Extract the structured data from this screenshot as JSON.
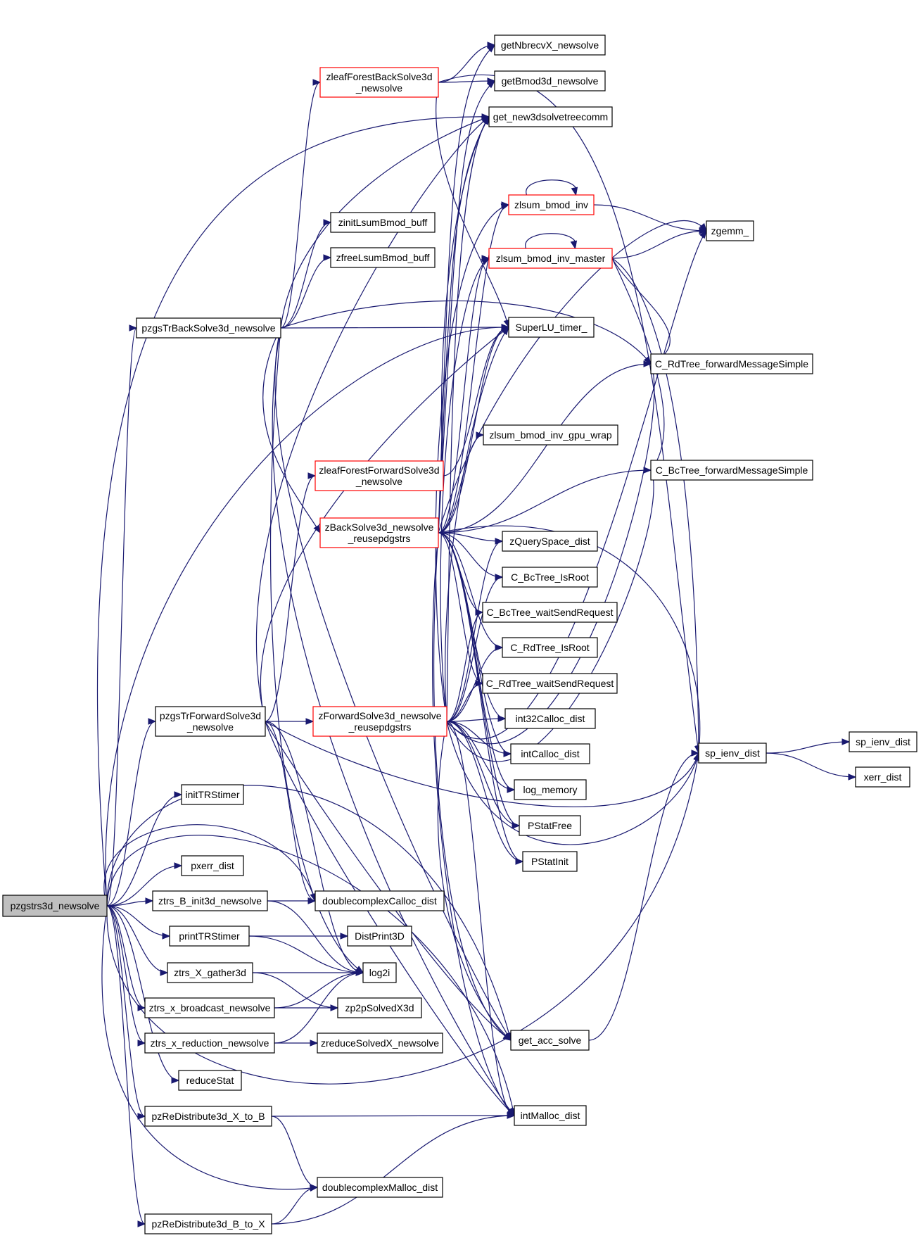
{
  "colors": {
    "edge": "#191970",
    "node_border": "#000000",
    "node_border_incomplete": "#ff0000",
    "root_fill": "#bfbfbf"
  },
  "nodes": [
    {
      "id": "root",
      "lines": [
        "pzgstrs3d_newsolve"
      ],
      "kind": "root"
    },
    {
      "id": "leafBack",
      "lines": [
        "zleafForestBackSolve3d",
        "_newsolve"
      ],
      "kind": "incomplete"
    },
    {
      "id": "getNbrecv",
      "lines": [
        "getNbrecvX_newsolve"
      ]
    },
    {
      "id": "getBmod",
      "lines": [
        "getBmod3d_newsolve"
      ]
    },
    {
      "id": "getTreecomm",
      "lines": [
        "get_new3dsolvetreecomm"
      ]
    },
    {
      "id": "lsumInv",
      "lines": [
        "zlsum_bmod_inv"
      ],
      "kind": "incomplete"
    },
    {
      "id": "zgemm",
      "lines": [
        "zgemm_"
      ]
    },
    {
      "id": "initLsum",
      "lines": [
        "zinitLsumBmod_buff"
      ]
    },
    {
      "id": "freeLsum",
      "lines": [
        "zfreeLsumBmod_buff"
      ]
    },
    {
      "id": "lsumMaster",
      "lines": [
        "zlsum_bmod_inv_master"
      ],
      "kind": "incomplete"
    },
    {
      "id": "trBack",
      "lines": [
        "pzgsTrBackSolve3d_newsolve"
      ]
    },
    {
      "id": "timer",
      "lines": [
        "SuperLU_timer_"
      ]
    },
    {
      "id": "rdFwd",
      "lines": [
        "C_RdTree_forwardMessageSimple"
      ]
    },
    {
      "id": "gpuWrap",
      "lines": [
        "zlsum_bmod_inv_gpu_wrap"
      ]
    },
    {
      "id": "leafFwd",
      "lines": [
        "zleafForestForwardSolve3d",
        "_newsolve"
      ],
      "kind": "incomplete"
    },
    {
      "id": "bcFwd",
      "lines": [
        "C_BcTree_forwardMessageSimple"
      ]
    },
    {
      "id": "backSolve",
      "lines": [
        "zBackSolve3d_newsolve",
        "_reusepdgstrs"
      ],
      "kind": "incomplete"
    },
    {
      "id": "query",
      "lines": [
        "zQuerySpace_dist"
      ]
    },
    {
      "id": "bcRoot",
      "lines": [
        "C_BcTree_IsRoot"
      ]
    },
    {
      "id": "bcWait",
      "lines": [
        "C_BcTree_waitSendRequest"
      ]
    },
    {
      "id": "rdRoot",
      "lines": [
        "C_RdTree_IsRoot"
      ]
    },
    {
      "id": "rdWait",
      "lines": [
        "C_RdTree_waitSendRequest"
      ]
    },
    {
      "id": "trFwd",
      "lines": [
        "pzgsTrForwardSolve3d",
        "_newsolve"
      ]
    },
    {
      "id": "fwdSolve",
      "lines": [
        "zForwardSolve3d_newsolve",
        "_reusepdgstrs"
      ],
      "kind": "incomplete"
    },
    {
      "id": "int32Calloc",
      "lines": [
        "int32Calloc_dist"
      ]
    },
    {
      "id": "intCalloc",
      "lines": [
        "intCalloc_dist"
      ]
    },
    {
      "id": "spIenv",
      "lines": [
        "sp_ienv_dist"
      ]
    },
    {
      "id": "spIenv2",
      "lines": [
        "sp_ienv_dist"
      ]
    },
    {
      "id": "xerr",
      "lines": [
        "xerr_dist"
      ]
    },
    {
      "id": "initTRS",
      "lines": [
        "initTRStimer"
      ]
    },
    {
      "id": "logMem",
      "lines": [
        "log_memory"
      ]
    },
    {
      "id": "pstatFree",
      "lines": [
        "PStatFree"
      ]
    },
    {
      "id": "pstatInit",
      "lines": [
        "PStatInit"
      ]
    },
    {
      "id": "pxerr",
      "lines": [
        "pxerr_dist"
      ]
    },
    {
      "id": "initB",
      "lines": [
        "ztrs_B_init3d_newsolve"
      ]
    },
    {
      "id": "dcCalloc",
      "lines": [
        "doublecomplexCalloc_dist"
      ]
    },
    {
      "id": "printTRS",
      "lines": [
        "printTRStimer"
      ]
    },
    {
      "id": "distPrint",
      "lines": [
        "DistPrint3D"
      ]
    },
    {
      "id": "gather",
      "lines": [
        "ztrs_X_gather3d"
      ]
    },
    {
      "id": "log2i",
      "lines": [
        "log2i"
      ]
    },
    {
      "id": "bcast",
      "lines": [
        "ztrs_x_broadcast_newsolve"
      ]
    },
    {
      "id": "zp2p",
      "lines": [
        "zp2pSolvedX3d"
      ]
    },
    {
      "id": "getAcc",
      "lines": [
        "get_acc_solve"
      ]
    },
    {
      "id": "reduction",
      "lines": [
        "ztrs_x_reduction_newsolve"
      ]
    },
    {
      "id": "zreduce",
      "lines": [
        "zreduceSolvedX_newsolve"
      ]
    },
    {
      "id": "reduceStat",
      "lines": [
        "reduceStat"
      ]
    },
    {
      "id": "redistXB",
      "lines": [
        "pzReDistribute3d_X_to_B"
      ]
    },
    {
      "id": "intMalloc",
      "lines": [
        "intMalloc_dist"
      ]
    },
    {
      "id": "dcMalloc",
      "lines": [
        "doublecomplexMalloc_dist"
      ]
    },
    {
      "id": "redistBX",
      "lines": [
        "pzReDistribute3d_B_to_X"
      ]
    }
  ],
  "edges": [
    [
      "root",
      "trBack"
    ],
    [
      "root",
      "trFwd"
    ],
    [
      "root",
      "initTRS"
    ],
    [
      "root",
      "pxerr"
    ],
    [
      "root",
      "initB"
    ],
    [
      "root",
      "printTRS"
    ],
    [
      "root",
      "gather"
    ],
    [
      "root",
      "bcast"
    ],
    [
      "root",
      "reduction"
    ],
    [
      "root",
      "reduceStat"
    ],
    [
      "root",
      "redistXB"
    ],
    [
      "root",
      "redistBX"
    ],
    [
      "root",
      "getTreecomm"
    ],
    [
      "root",
      "timer"
    ],
    [
      "root",
      "dcCalloc"
    ],
    [
      "root",
      "dcMalloc"
    ],
    [
      "root",
      "spIenv"
    ],
    [
      "root",
      "getAcc"
    ],
    [
      "root",
      "intMalloc"
    ],
    [
      "trBack",
      "leafBack"
    ],
    [
      "trBack",
      "initLsum"
    ],
    [
      "trBack",
      "freeLsum"
    ],
    [
      "trBack",
      "timer"
    ],
    [
      "trBack",
      "backSolve"
    ],
    [
      "trBack",
      "getTreecomm"
    ],
    [
      "trBack",
      "rdFwd"
    ],
    [
      "trBack",
      "log2i"
    ],
    [
      "trBack",
      "getAcc"
    ],
    [
      "trBack",
      "intMalloc"
    ],
    [
      "leafBack",
      "getNbrecv"
    ],
    [
      "leafBack",
      "getBmod"
    ],
    [
      "leafBack",
      "timer"
    ],
    [
      "leafBack",
      "spIenv"
    ],
    [
      "backSolve",
      "getTreecomm"
    ],
    [
      "backSolve",
      "getNbrecv"
    ],
    [
      "backSolve",
      "getBmod"
    ],
    [
      "backSolve",
      "lsumInv"
    ],
    [
      "backSolve",
      "lsumMaster"
    ],
    [
      "backSolve",
      "timer"
    ],
    [
      "backSolve",
      "rdFwd"
    ],
    [
      "backSolve",
      "bcFwd"
    ],
    [
      "backSolve",
      "gpuWrap"
    ],
    [
      "backSolve",
      "query"
    ],
    [
      "backSolve",
      "bcRoot"
    ],
    [
      "backSolve",
      "bcWait"
    ],
    [
      "backSolve",
      "rdRoot"
    ],
    [
      "backSolve",
      "rdWait"
    ],
    [
      "backSolve",
      "int32Calloc"
    ],
    [
      "backSolve",
      "intCalloc"
    ],
    [
      "backSolve",
      "logMem"
    ],
    [
      "backSolve",
      "pstatFree"
    ],
    [
      "backSolve",
      "pstatInit"
    ],
    [
      "backSolve",
      "getAcc"
    ],
    [
      "backSolve",
      "intMalloc"
    ],
    [
      "backSolve",
      "spIenv"
    ],
    [
      "backSolve",
      "zgemm"
    ],
    [
      "lsumInv",
      "zgemm"
    ],
    [
      "lsumInv",
      "lsumInv"
    ],
    [
      "lsumMaster",
      "lsumMaster"
    ],
    [
      "lsumMaster",
      "zgemm"
    ],
    [
      "lsumMaster",
      "rdFwd"
    ],
    [
      "lsumMaster",
      "bcFwd"
    ],
    [
      "lsumMaster",
      "spIenv"
    ],
    [
      "leafFwd",
      "getTreecomm"
    ],
    [
      "leafFwd",
      "timer"
    ],
    [
      "trFwd",
      "leafFwd"
    ],
    [
      "trFwd",
      "fwdSolve"
    ],
    [
      "trFwd",
      "getTreecomm"
    ],
    [
      "trFwd",
      "timer"
    ],
    [
      "trFwd",
      "dcCalloc"
    ],
    [
      "trFwd",
      "log2i"
    ],
    [
      "trFwd",
      "getAcc"
    ],
    [
      "trFwd",
      "intMalloc"
    ],
    [
      "trFwd",
      "spIenv"
    ],
    [
      "fwdSolve",
      "query"
    ],
    [
      "fwdSolve",
      "bcRoot"
    ],
    [
      "fwdSolve",
      "bcWait"
    ],
    [
      "fwdSolve",
      "rdRoot"
    ],
    [
      "fwdSolve",
      "rdWait"
    ],
    [
      "fwdSolve",
      "int32Calloc"
    ],
    [
      "fwdSolve",
      "intCalloc"
    ],
    [
      "fwdSolve",
      "logMem"
    ],
    [
      "fwdSolve",
      "pstatFree"
    ],
    [
      "fwdSolve",
      "pstatInit"
    ],
    [
      "fwdSolve",
      "getAcc"
    ],
    [
      "fwdSolve",
      "intMalloc"
    ],
    [
      "fwdSolve",
      "timer"
    ],
    [
      "fwdSolve",
      "lsumInv"
    ],
    [
      "fwdSolve",
      "lsumMaster"
    ],
    [
      "fwdSolve",
      "spIenv"
    ],
    [
      "fwdSolve",
      "zgemm"
    ],
    [
      "fwdSolve",
      "rdFwd"
    ],
    [
      "fwdSolve",
      "bcFwd"
    ],
    [
      "fwdSolve",
      "getTreecomm"
    ],
    [
      "spIenv",
      "spIenv2"
    ],
    [
      "spIenv",
      "xerr"
    ],
    [
      "initB",
      "dcCalloc"
    ],
    [
      "initB",
      "log2i"
    ],
    [
      "printTRS",
      "distPrint"
    ],
    [
      "printTRS",
      "log2i"
    ],
    [
      "gather",
      "log2i"
    ],
    [
      "gather",
      "zp2p"
    ],
    [
      "bcast",
      "log2i"
    ],
    [
      "bcast",
      "zp2p"
    ],
    [
      "reduction",
      "zreduce"
    ],
    [
      "reduction",
      "log2i"
    ],
    [
      "redistXB",
      "intMalloc"
    ],
    [
      "redistXB",
      "dcMalloc"
    ],
    [
      "redistBX",
      "dcMalloc"
    ],
    [
      "redistBX",
      "intMalloc"
    ],
    [
      "getAcc",
      "spIenv"
    ]
  ]
}
